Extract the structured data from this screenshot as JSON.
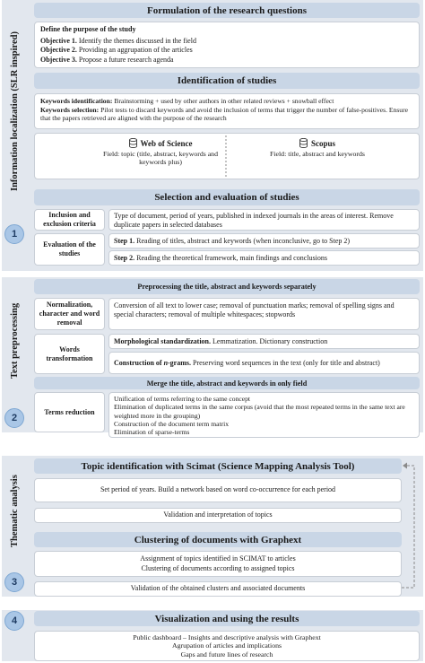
{
  "phases": [
    {
      "label": "Information localization (SLR inspired)",
      "number": "1"
    },
    {
      "label": "Text preprocessing",
      "number": "2"
    },
    {
      "label": "Thematic analysis",
      "number": "3"
    },
    {
      "label": "",
      "number": "4"
    }
  ],
  "formulation": {
    "title": "Formulation of the research questions",
    "define": "Define the purpose of the study",
    "objectives": [
      {
        "key": "Objective 1.",
        "text": " Identify the themes discussed in the field"
      },
      {
        "key": "Objective 2.",
        "text": " Providing an aggrupation of the articles"
      },
      {
        "key": "Objective 3.",
        "text": " Propose a future research agenda"
      }
    ]
  },
  "identification": {
    "title": "Identification of studies",
    "kw_id_label": "Keywords identification:",
    "kw_id_text": " Brainstorming + used by other authors in other related reviews + snowball effect",
    "kw_sel_label": "Keywords selection:",
    "kw_sel_text": " Pilot tests to discard keywords and avoid the inclusion of terms that trigger the number of false-positives. Ensure that the papers retrieved are aligned with the purpose of the research",
    "wos_name": "Web of Science",
    "wos_field": "Field: topic (title, abstract, keywords and keywords plus)",
    "scopus_name": "Scopus",
    "scopus_field": "Field: title, abstract and keywords"
  },
  "selection": {
    "title": "Selection and evaluation of studies",
    "criteria_label": "Inclusion and exclusion criteria",
    "criteria_text": "Type of document, period of years, published in indexed journals in the areas of interest. Remove duplicate papers in selected databases",
    "eval_label": "Evaluation of the studies",
    "step1_label": "Step 1.",
    "step1_text": " Reading of titles, abstract and keywords (when inconclusive, go to Step 2)",
    "step2_label": "Step 2.",
    "step2_text": " Reading the theoretical framework, main findings and conclusions"
  },
  "preprocessing": {
    "title": "Preprocessing the title, abstract and keywords separately",
    "norm_label": "Normalization, character and word removal",
    "norm_text": "Conversion of all text to lower case; removal of punctuation marks; removal of spelling signs and special characters; removal of multiple whitespaces; stopwords",
    "words_label": "Words transformation",
    "morph_label": "Morphological standardization.",
    "morph_text": " Lemmatization. Dictionary construction",
    "ngram_label_pre": "Construction of ",
    "ngram_label_n": "n",
    "ngram_label_post": "-grams.",
    "ngram_text": " Preserving word sequences in the text (only for title and abstract)",
    "merge_title": "Merge the title, abstract and keywords in only field",
    "terms_label": "Terms reduction",
    "terms_lines": [
      "Unification of terms referring to the same concept",
      "Elimination of duplicated terms in the same corpus (avoid that the most repeated terms in the same text are weighted more in the grouping)",
      "Construction of the document term matrix",
      "Elimination of sparse-terms"
    ]
  },
  "thematic": {
    "topic_title": "Topic identification with Scimat (Science Mapping Analysis Tool)",
    "topic_text": "Set period of years. Build a network based on word co-occurrence for each period",
    "validation_text": "Validation and  interpretation of topics",
    "clustering_title": "Clustering of documents with Graphext",
    "clustering_lines": [
      "Assignment of topics identified in SCIMAT  to articles",
      "Clustering of documents according to assigned topics"
    ],
    "clusters_validation": "Validation of the obtained clusters and associated documents"
  },
  "visualization": {
    "title": "Visualization and using the results",
    "lines": [
      "Public dashboard – Insights and descriptive analysis with Graphext",
      "Agrupation of articles and implications",
      "Gaps and future lines of research"
    ]
  },
  "colors": {
    "band": "#e2e7ee",
    "header": "#c9d6e6",
    "circle": "#a9c6e6",
    "border": "#c8ced6"
  },
  "icons": [
    "database-icon",
    "feedback-arrow"
  ]
}
